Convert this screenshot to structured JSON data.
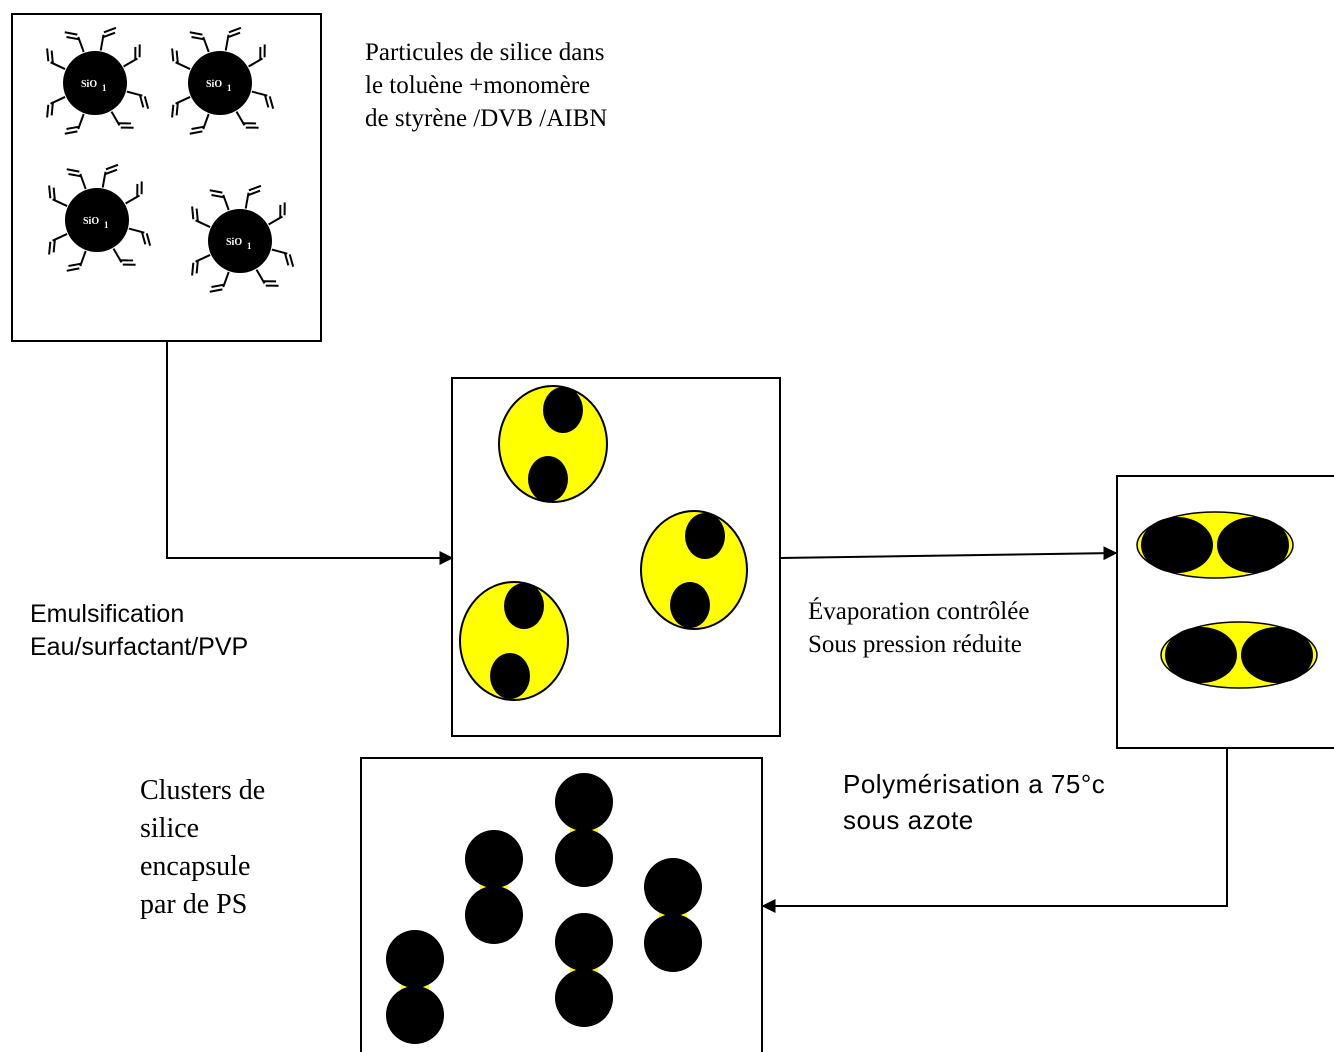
{
  "labels": {
    "silica_particles": [
      "Particules de silice dans",
      "le toluène +monomère",
      "de styrène /DVB /AIBN"
    ],
    "emulsification": [
      "Emulsification",
      "Eau/surfactant/PVP"
    ],
    "evaporation": [
      "Évaporation contrôlée",
      "Sous pression réduite"
    ],
    "polymerisation": [
      "Polymérisation a 75°c",
      "sous azote"
    ],
    "clusters": [
      "Clusters de",
      "silice",
      "encapsule",
      "par de PS"
    ],
    "particle_symbol": "SiO"
  },
  "colors": {
    "particle": "#000000",
    "polymer": "#ffff00",
    "outline": "#000000",
    "background": "#ffffff"
  }
}
